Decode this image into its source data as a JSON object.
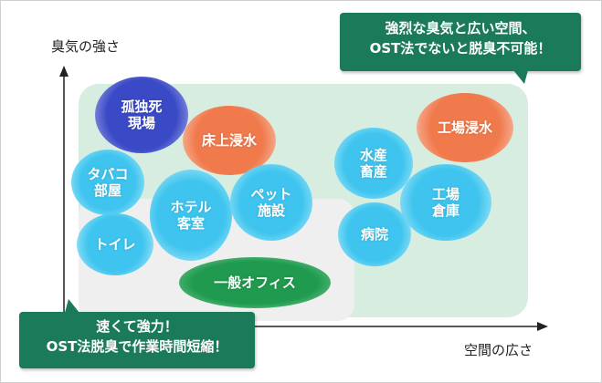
{
  "diagram": {
    "y_axis_label": "臭気の強さ",
    "x_axis_label": "空間の広さ",
    "callout_top": {
      "line1": "強烈な臭気と広い空間、",
      "line2": "OST法でないと脱臭不可能！"
    },
    "callout_bottom": {
      "line1": "速くて強力！",
      "line2": "OST法脱臭で作業時間短縮！"
    },
    "items": [
      {
        "id": "kodokushi",
        "line1": "孤独死",
        "line2": "現場",
        "color": "#3a4ac6"
      },
      {
        "id": "yukaue",
        "line1": "床上浸水",
        "line2": "",
        "color": "#f07a4c"
      },
      {
        "id": "kojo-shinsui",
        "line1": "工場浸水",
        "line2": "",
        "color": "#f07a4c"
      },
      {
        "id": "suisan",
        "line1": "水産",
        "line2": "畜産",
        "color": "#3ec4ee"
      },
      {
        "id": "kojo-soko",
        "line1": "工場",
        "line2": "倉庫",
        "color": "#3ec4ee"
      },
      {
        "id": "tabako",
        "line1": "タバコ",
        "line2": "部屋",
        "color": "#3ec4ee"
      },
      {
        "id": "hotel",
        "line1": "ホテル",
        "line2": "客室",
        "color": "#3ec4ee"
      },
      {
        "id": "pet",
        "line1": "ペット",
        "line2": "施設",
        "color": "#3ec4ee"
      },
      {
        "id": "byoin",
        "line1": "病院",
        "line2": "",
        "color": "#3ec4ee"
      },
      {
        "id": "toilet",
        "line1": "トイレ",
        "line2": "",
        "color": "#3ec4ee"
      },
      {
        "id": "office",
        "line1": "一般オフィス",
        "line2": "",
        "color": "#1f9a4e"
      }
    ]
  }
}
